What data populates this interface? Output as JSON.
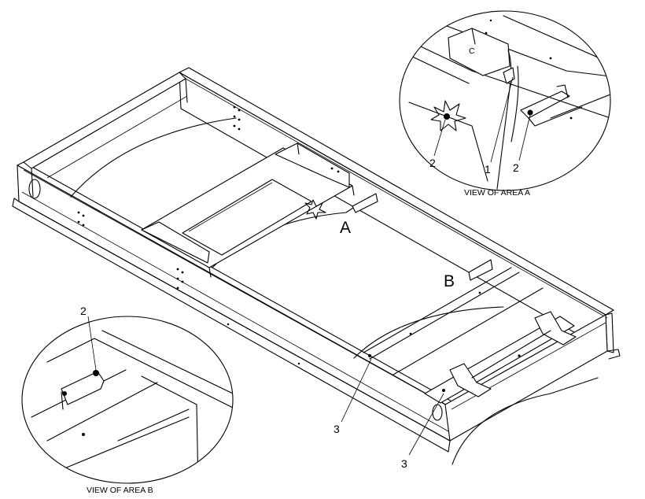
{
  "labels": {
    "area_a": "A",
    "area_b": "B",
    "view_a": "VIEW OF AREA A",
    "view_b": "VIEW OF AREA B"
  },
  "callouts": {
    "a_left": "2",
    "a_center": "1",
    "a_right": "2",
    "b_top": "2",
    "main_center": "3",
    "main_right": "3"
  }
}
